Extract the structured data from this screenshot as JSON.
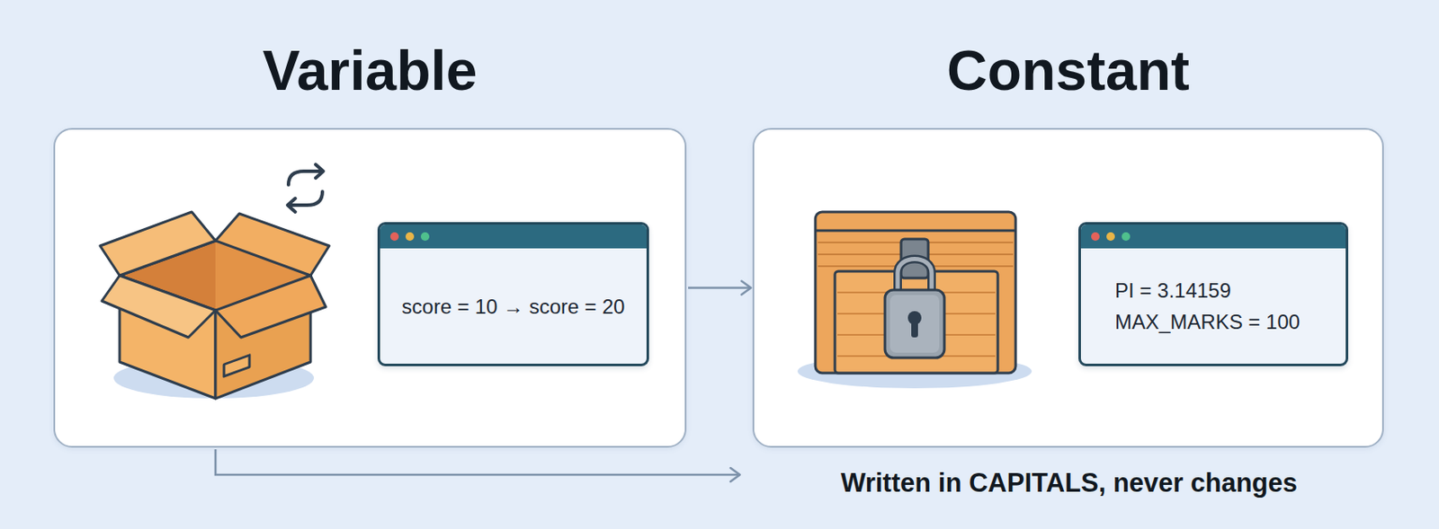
{
  "diagram": {
    "nodes": [
      {
        "text": [
          "Variable"
        ]
      },
      {
        "text": [
          "score = 10 → score = 20"
        ],
        "in": 0
      },
      {
        "text": [
          "Constant"
        ]
      },
      {
        "text": [
          "PI = 3.14159",
          "MAX_MARKS = 100"
        ],
        "in": 2
      }
    ],
    "edges": [
      {
        "from": 0,
        "to": 2,
        "arrow": "to"
      }
    ],
    "labels": [
      "Written in CAPITALS, never changes"
    ]
  }
}
